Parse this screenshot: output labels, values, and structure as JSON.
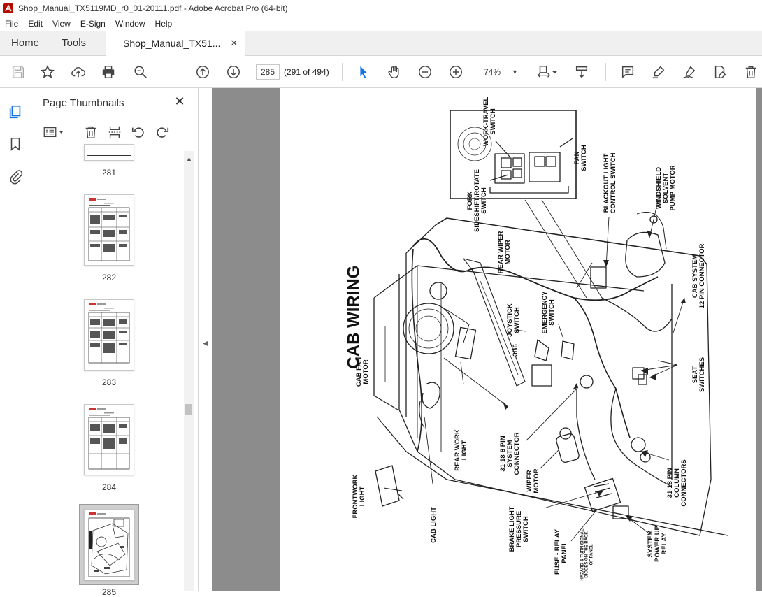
{
  "window": {
    "title": "Shop_Manual_TX5119MD_r0_01-20111.pdf - Adobe Acrobat Pro (64-bit)"
  },
  "menu": [
    "File",
    "Edit",
    "View",
    "E-Sign",
    "Window",
    "Help"
  ],
  "tabs": {
    "home": "Home",
    "tools": "Tools",
    "document": "Shop_Manual_TX51...",
    "close": "✕"
  },
  "toolbar": {
    "current_page": "285",
    "page_count": "(291 of 494)",
    "zoom": "74%"
  },
  "panel": {
    "title": "Page Thumbnails",
    "close": "✕"
  },
  "thumbnails": [
    {
      "label": "281"
    },
    {
      "label": "282"
    },
    {
      "label": "283"
    },
    {
      "label": "284"
    },
    {
      "label": "285"
    }
  ],
  "diagram": {
    "title": "CAB WIRING",
    "labels": {
      "work_travel": "WORK-TRAVEL\nSWITCH",
      "fan_switch": "FAN\nSWITCH",
      "fork_sideshift": "FORK\nSIDESHIFT/ROTATE\nSWITCH",
      "blackout": "BLACKOUT LIGHT\nCONTROL SWITCH",
      "windshield": "WINDSHIELD\nSOLVENT\nPUMP MOTOR",
      "rear_wiper": "REAR WIPER\nMOTOR",
      "cab_system": "CAB SYSTEM\n12 PIN CONNECTOR",
      "joystick": "JOYSTICK\nSWITCH",
      "emergency": "EMERGENCY\nSWITCH",
      "three_b6": "3B6",
      "cab_fan": "CAB FAN\nMOTOR",
      "seat_switches": "SEAT\nSWITCHES",
      "rear_work_light": "REAR WORK\nLIGHT",
      "system_connector": "31-18-8 PIN\nSYSTEM\nCONNECTOR",
      "wiper_motor": "WIPER\nMOTOR",
      "column_connectors": "31-18 PIN\nCOLUMN\nCONNECTORS",
      "front_work_light": "FRONTWORK\nLIGHT",
      "cab_light": "CAB LIGHT",
      "brake_light": "BRAKE LIGHT\nPRESSURE\nSWITCH",
      "fuse_relay": "FUSE - RELAY\nPANEL",
      "hazard_note": "HAZARD & TURN SIGNAL\nDIODES ON THE BACK\nOF PANEL",
      "power_up_relay": "SYSTEM\nPOWER UP\nRELAY"
    }
  },
  "colors": {
    "accent_blue": "#1473e6",
    "doc_background": "#8c8c8c",
    "chrome": "#f0f0f0"
  }
}
